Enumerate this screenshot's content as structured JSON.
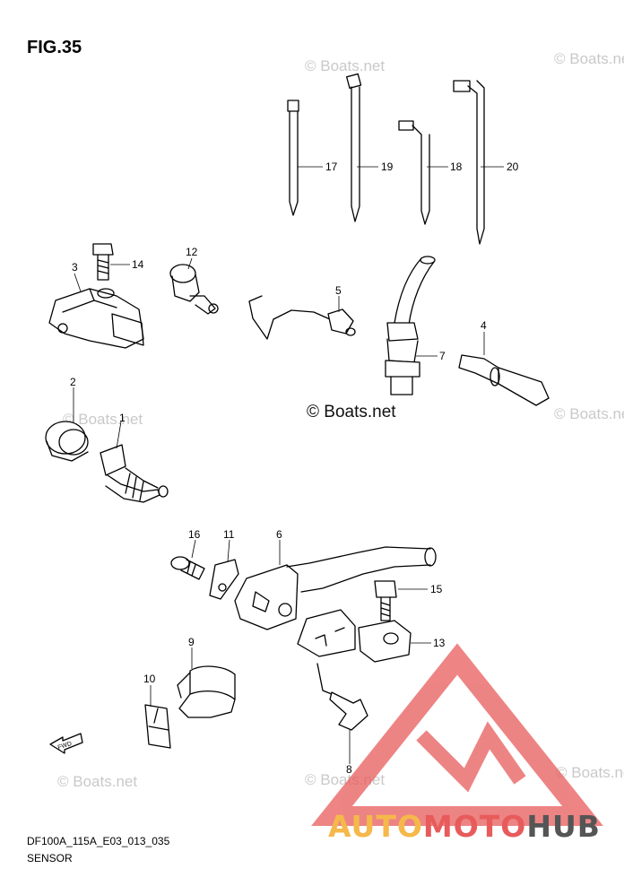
{
  "figure": {
    "title": "FIG.35"
  },
  "watermarks": [
    {
      "text": "© Boats.net"
    },
    {
      "text": "© Boats.net"
    },
    {
      "text": "© Boats.net"
    },
    {
      "text": "© Boats.net"
    },
    {
      "text": "© Boats.net"
    },
    {
      "text": "© Boats.net"
    },
    {
      "text": "© Boats.net"
    }
  ],
  "center_watermark": "© Boats.net",
  "callouts": [
    "1",
    "2",
    "3",
    "4",
    "5",
    "6",
    "7",
    "8",
    "9",
    "10",
    "11",
    "12",
    "13",
    "14",
    "15",
    "16",
    "17",
    "18",
    "19",
    "20"
  ],
  "fwd_label": "FWD",
  "footer": {
    "code": "DF100A_115A_E03_013_035",
    "title": "SENSOR"
  },
  "logo": {
    "part1": "AUTO",
    "part2": "MOTO",
    "part3": "HUB",
    "colors": {
      "auto": "#f5b84a",
      "moto": "#e85b5b",
      "hub": "#555555",
      "triangle": "#e85b5b"
    }
  }
}
